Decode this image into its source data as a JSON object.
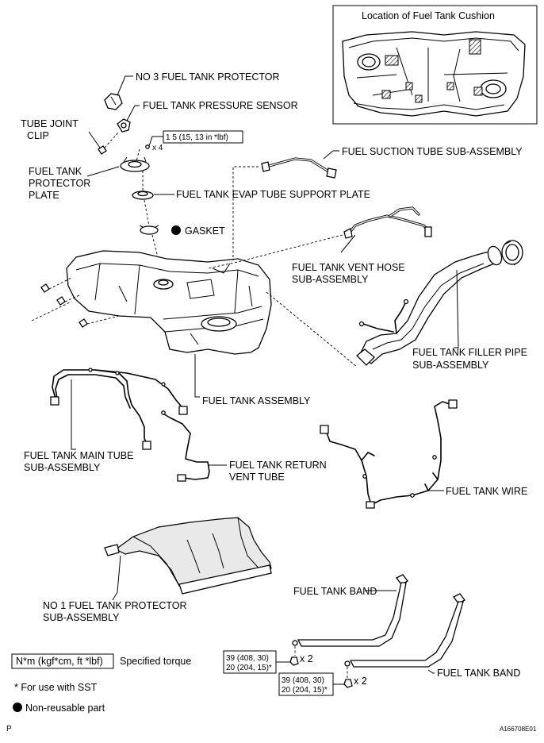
{
  "inset": {
    "title": "Location of Fuel Tank Cushion"
  },
  "labels": {
    "no3_protector": "NO  3 FUEL TANK PROTECTOR",
    "pressure_sensor": "FUEL TANK PRESSURE SENSOR",
    "tube_joint_clip_1": "TUBE JOINT",
    "tube_joint_clip_2": "CLIP",
    "protector_plate_1": "FUEL TANK",
    "protector_plate_2": "PROTECTOR",
    "protector_plate_3": "PLATE",
    "evap_support_plate": "FUEL TANK EVAP TUBE SUPPORT PLATE",
    "gasket": "GASKET",
    "suction_tube": "FUEL SUCTION TUBE SUB-ASSEMBLY",
    "vent_hose_1": "FUEL TANK VENT HOSE",
    "vent_hose_2": "SUB-ASSEMBLY",
    "filler_pipe_1": "FUEL TANK FILLER PIPE",
    "filler_pipe_2": "SUB-ASSEMBLY",
    "tank_assembly": "FUEL TANK ASSEMBLY",
    "main_tube_1": "FUEL TANK MAIN TUBE",
    "main_tube_2": "SUB-ASSEMBLY",
    "return_vent_1": "FUEL TANK RETURN",
    "return_vent_2": "VENT TUBE",
    "tank_wire": "FUEL TANK WIRE",
    "no1_protector_1": "NO  1 FUEL TANK PROTECTOR",
    "no1_protector_2": "SUB-ASSEMBLY",
    "tank_band_1": "FUEL TANK BAND",
    "tank_band_2": "FUEL TANK BAND"
  },
  "torques": {
    "sensor": "1 5 (15, 13 in *lbf)",
    "sensor_qty": "x 4",
    "band1_line1": "39 (408, 30)",
    "band1_line2": "20 (204, 15)*",
    "band1_qty": "x 2",
    "band2_line1": "39 (408, 30)",
    "band2_line2": "20 (204, 15)*",
    "band2_qty": "x 2"
  },
  "legend": {
    "torque_unit": "N*m (kgf*cm, ft *lbf)",
    "torque_desc": "Specified torque",
    "sst_note": "* For use with SST",
    "non_reusable": "Non-reusable part"
  },
  "footer": {
    "left_code": "P",
    "figure_id": "A166708E01"
  }
}
